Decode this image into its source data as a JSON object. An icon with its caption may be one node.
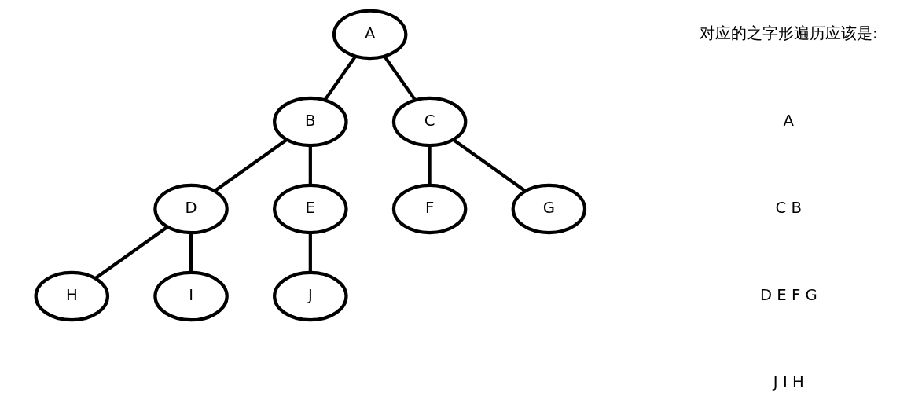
{
  "diagram": {
    "nodes": [
      {
        "text": [
          "A"
        ]
      },
      {
        "text": [
          "B"
        ]
      },
      {
        "text": [
          "C"
        ]
      },
      {
        "text": [
          "D"
        ]
      },
      {
        "text": [
          "E"
        ]
      },
      {
        "text": [
          "F"
        ]
      },
      {
        "text": [
          "G"
        ]
      },
      {
        "text": [
          "H"
        ]
      },
      {
        "text": [
          "I"
        ]
      },
      {
        "text": [
          "J"
        ]
      }
    ],
    "edges": [
      {
        "from": 0,
        "to": 1,
        "arrow": "none"
      },
      {
        "from": 0,
        "to": 2,
        "arrow": "none"
      },
      {
        "from": 1,
        "to": 3,
        "arrow": "none"
      },
      {
        "from": 1,
        "to": 4,
        "arrow": "none"
      },
      {
        "from": 2,
        "to": 5,
        "arrow": "none"
      },
      {
        "from": 2,
        "to": 6,
        "arrow": "none"
      },
      {
        "from": 3,
        "to": 7,
        "arrow": "none"
      },
      {
        "from": 3,
        "to": 8,
        "arrow": "none"
      },
      {
        "from": 4,
        "to": 9,
        "arrow": "none"
      }
    ],
    "labels": [
      "对应的之字形遍历应该是:",
      "A",
      "C B",
      "D E F G",
      "J I H"
    ]
  }
}
